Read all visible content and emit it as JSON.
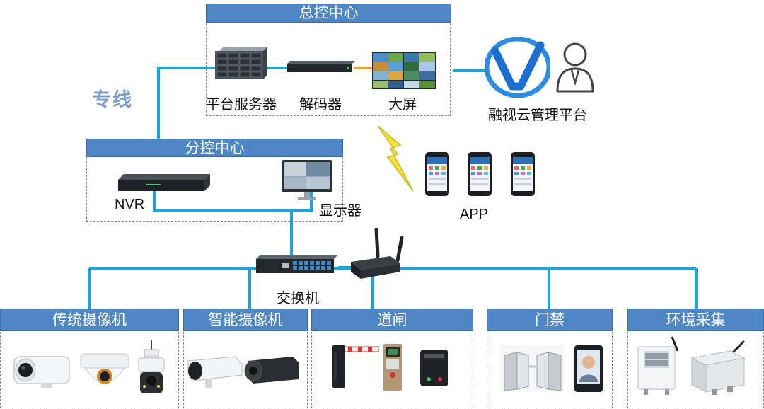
{
  "central": {
    "title": "总控中心",
    "server_label": "平台服务器",
    "decoder_label": "解码器",
    "screen_label": "大屏"
  },
  "cloud": {
    "label": "融视云管理平台"
  },
  "dedicated_line": {
    "label": "专线"
  },
  "branch": {
    "title": "分控中心",
    "nvr_label": "NVR",
    "monitor_label": "显示器"
  },
  "app": {
    "label": "APP",
    "phone_count": 3
  },
  "switch": {
    "label": "交换机"
  },
  "categories": [
    {
      "title": "传统摄像机",
      "devices": [
        "bullet-camera",
        "dome-camera",
        "ptz-camera"
      ]
    },
    {
      "title": "智能摄像机",
      "devices": [
        "smart-bullet-camera",
        "box-camera"
      ]
    },
    {
      "title": "道闸",
      "devices": [
        "barrier-gate",
        "parking-terminal",
        "controller-box"
      ]
    },
    {
      "title": "门禁",
      "devices": [
        "turnstile",
        "face-terminal"
      ]
    },
    {
      "title": "环境采集",
      "devices": [
        "temp-humidity-sensor",
        "wireless-collector"
      ]
    }
  ],
  "colors": {
    "accent": "#4f86c6",
    "wire": "#1aa3dc",
    "dashed_border": "#7f8a95",
    "dedicated_line_text": "#7a9cc9",
    "lightning": "#f4e23b"
  }
}
